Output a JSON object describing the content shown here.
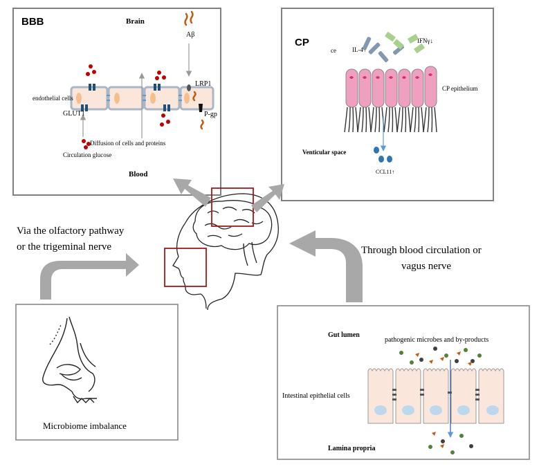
{
  "bbb": {
    "title": "BBB",
    "brain": "Brain",
    "blood": "Blood",
    "abeta": "Aβ",
    "lrp1": "LRP1",
    "pgp": "P-gp",
    "glut1": "GLUT1",
    "endothelial": "endothelial cells",
    "glucose": "Circulation glucose",
    "diffusion": "Diffusion of cells and proteins"
  },
  "cp": {
    "title": "CP",
    "ce": "ce",
    "il4": "IL-4↑",
    "ifn": "IFNγ↓",
    "epithelium": "CP epithelium",
    "ventricular": "Venticular space",
    "ccl11": "CCL11↑"
  },
  "left_route": {
    "line1": "Via the olfactory pathway",
    "line2": "or the trigeminal nerve"
  },
  "right_route": {
    "line1": "Through blood circulation or",
    "line2": "vagus nerve"
  },
  "nose": {
    "caption": "Microbiome imbalance"
  },
  "gut": {
    "lumen": "Gut lumen",
    "microbes": "pathogenic microbes and by-products",
    "epithelial": "Intestinal epithelial cells",
    "lamina": "Lamina propria"
  },
  "colors": {
    "frame": "#808080",
    "red_box": "#a0191a",
    "arrow_gray": "#a8a8a8",
    "cell_fill": "#fae6da",
    "cell_border": "#a9b6c6",
    "nucleus_orange": "#f4bf8f",
    "transporter": "#1f4e79",
    "glucose_red": "#c00000",
    "abeta_brown": "#c55a11",
    "cp_pink": "#ef9fc0",
    "cp_hair": "#333333",
    "ccl11_blue": "#2e75b6",
    "il4_slate": "#8497b0",
    "ifn_green": "#a9d18e",
    "gut_nucleus": "#bdd7ee",
    "microbe_green": "#548235",
    "microbe_dark": "#404040"
  }
}
